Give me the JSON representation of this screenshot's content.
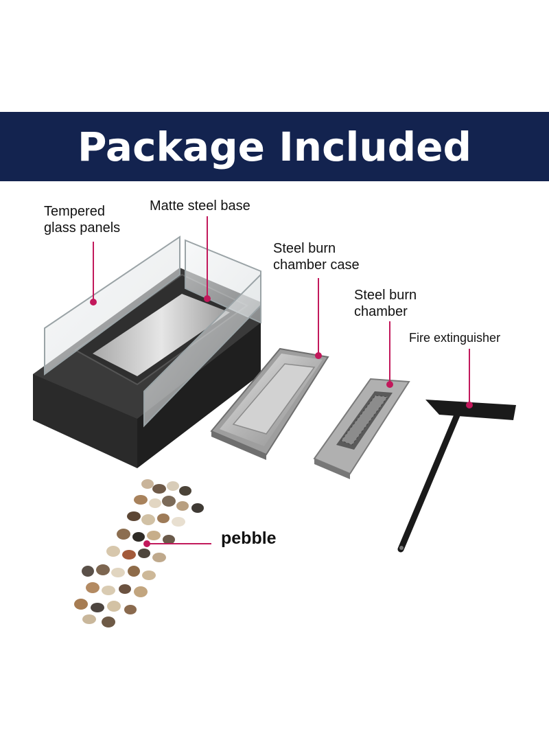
{
  "banner": {
    "title": "Package Included"
  },
  "labels": {
    "glass_line1": "Tempered",
    "glass_line2": "glass panels",
    "base": "Matte steel base",
    "case_line1": "Steel burn",
    "case_line2": "chamber case",
    "chamber_line1": "Steel burn",
    "chamber_line2": "chamber",
    "extinguisher": "Fire extinguisher",
    "pebble": "pebble"
  },
  "colors": {
    "banner_bg": "#13234f",
    "banner_text": "#ffffff",
    "leader_line": "#c2185b",
    "steel_dark": "#2b2b2b",
    "steel_light": "#c9c9c9"
  }
}
